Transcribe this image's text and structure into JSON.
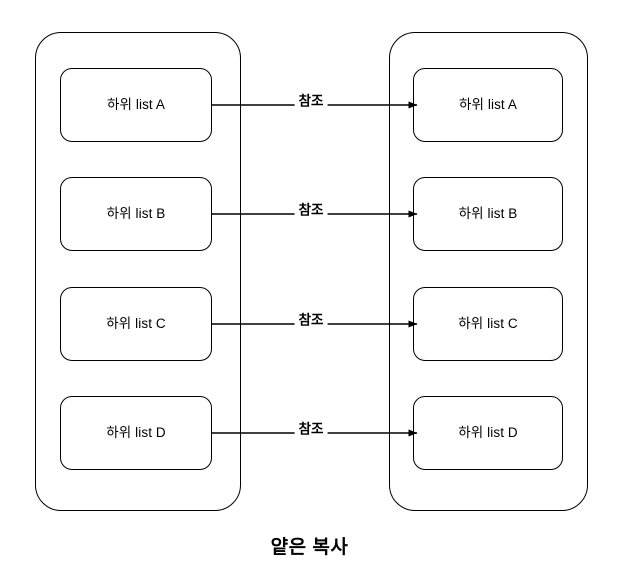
{
  "diagram": {
    "caption": "얕은 복사",
    "containers": [
      {
        "id": "original",
        "items": [
          {
            "label": "하위 list A"
          },
          {
            "label": "하위 list B"
          },
          {
            "label": "하위 list C"
          },
          {
            "label": "하위 list D"
          }
        ]
      },
      {
        "id": "copy",
        "items": [
          {
            "label": "하위 list A"
          },
          {
            "label": "하위 list B"
          },
          {
            "label": "하위 list C"
          },
          {
            "label": "하위 list D"
          }
        ]
      }
    ],
    "edges": [
      {
        "label": "참조",
        "from": "원본 하위 list A",
        "to": "복사본 하위 list A"
      },
      {
        "label": "참조",
        "from": "원본 하위 list B",
        "to": "복사본 하위 list B"
      },
      {
        "label": "참조",
        "from": "원본 하위 list C",
        "to": "복사본 하위 list C"
      },
      {
        "label": "참조",
        "from": "원본 하위 list D",
        "to": "복사본 하위 list D"
      }
    ],
    "colors": {
      "stroke": "#000000",
      "background": "#ffffff",
      "text": "#000000"
    }
  }
}
